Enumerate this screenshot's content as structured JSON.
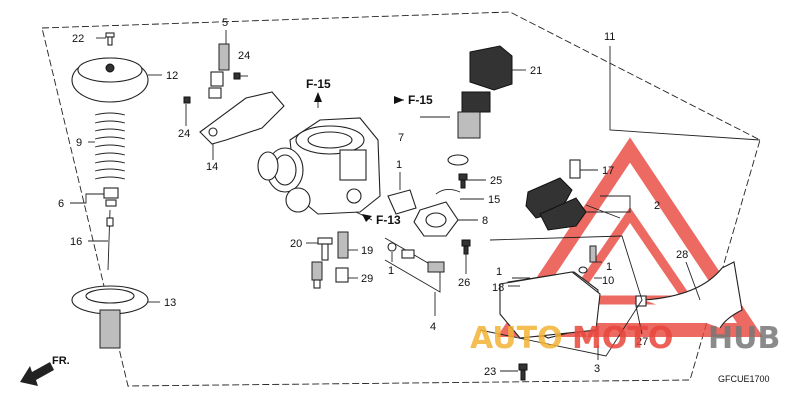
{
  "diagram": {
    "part_labels": [
      {
        "id": "p22",
        "text": "22"
      },
      {
        "id": "p12",
        "text": "12"
      },
      {
        "id": "p9",
        "text": "9"
      },
      {
        "id": "p6",
        "text": "6"
      },
      {
        "id": "p16",
        "text": "16"
      },
      {
        "id": "p13",
        "text": "13"
      },
      {
        "id": "p5",
        "text": "5"
      },
      {
        "id": "p24a",
        "text": "24"
      },
      {
        "id": "p24b",
        "text": "24"
      },
      {
        "id": "p14",
        "text": "14"
      },
      {
        "id": "p20",
        "text": "20"
      },
      {
        "id": "p19",
        "text": "19"
      },
      {
        "id": "p29",
        "text": "29"
      },
      {
        "id": "p1a",
        "text": "1"
      },
      {
        "id": "p4",
        "text": "4"
      },
      {
        "id": "p1b",
        "text": "1"
      },
      {
        "id": "p7",
        "text": "7"
      },
      {
        "id": "p25",
        "text": "25"
      },
      {
        "id": "p15",
        "text": "15"
      },
      {
        "id": "p8",
        "text": "8"
      },
      {
        "id": "p26",
        "text": "26"
      },
      {
        "id": "p21",
        "text": "21"
      },
      {
        "id": "p11",
        "text": "11"
      },
      {
        "id": "p17",
        "text": "17"
      },
      {
        "id": "p2",
        "text": "2"
      },
      {
        "id": "p28",
        "text": "28"
      },
      {
        "id": "p1c",
        "text": "1"
      },
      {
        "id": "p18",
        "text": "18"
      },
      {
        "id": "p1d",
        "text": "1"
      },
      {
        "id": "p10",
        "text": "10"
      },
      {
        "id": "p27",
        "text": "27"
      },
      {
        "id": "p3",
        "text": "3"
      },
      {
        "id": "p23",
        "text": "23"
      }
    ],
    "references": [
      "F-15",
      "F-15",
      "F-13"
    ],
    "direction_label": "FR.",
    "diagram_code": "GFCUE1700",
    "watermark": {
      "text_a": "AUTO",
      "text_b": "MOTO",
      "text_c": "HUB",
      "color_a": "#f4b335",
      "color_b": "#e8463c"
    }
  }
}
